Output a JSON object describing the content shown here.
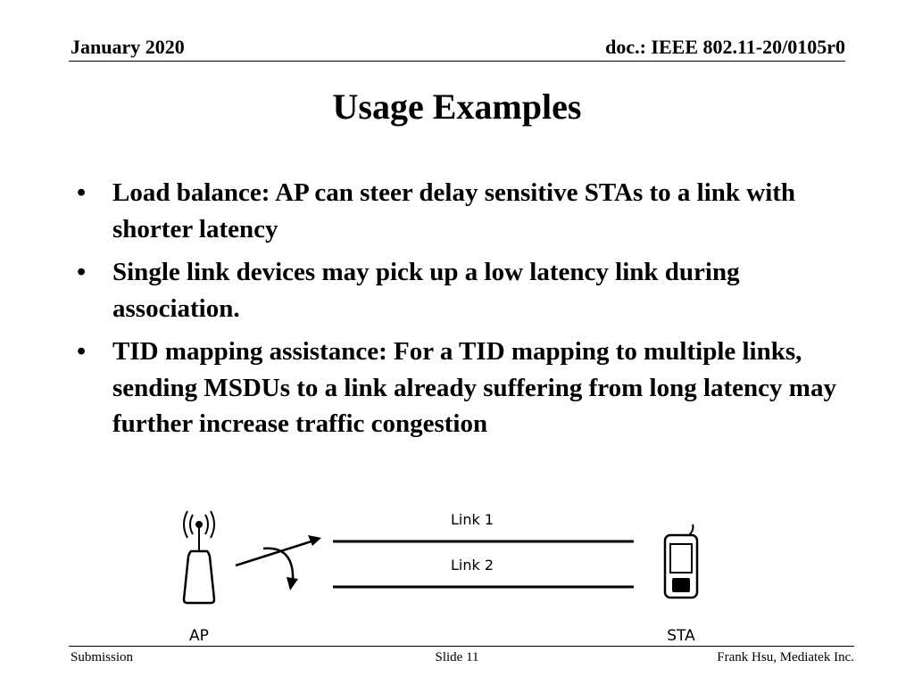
{
  "header": {
    "date": "January 2020",
    "doc": "doc.: IEEE 802.11-20/0105r0"
  },
  "title": "Usage Examples",
  "bullets": [
    "Load balance: AP can steer delay sensitive STAs to a link with shorter latency",
    "Single link devices may pick up a low latency link during association.",
    "TID mapping assistance: For a TID mapping to multiple links, sending MSDUs to a link already suffering from long latency may further increase traffic congestion"
  ],
  "bullet_glyph": "•",
  "diagram": {
    "link1_label": "Link 1",
    "link2_label": "Link 2",
    "ap_label": "AP",
    "sta_label": "STA",
    "icons": [
      "access-point-icon",
      "steer-arrow-icon",
      "mobile-phone-icon"
    ]
  },
  "footer": {
    "left": "Submission",
    "center": "Slide 11",
    "right": "Frank Hsu, Mediatek Inc."
  }
}
